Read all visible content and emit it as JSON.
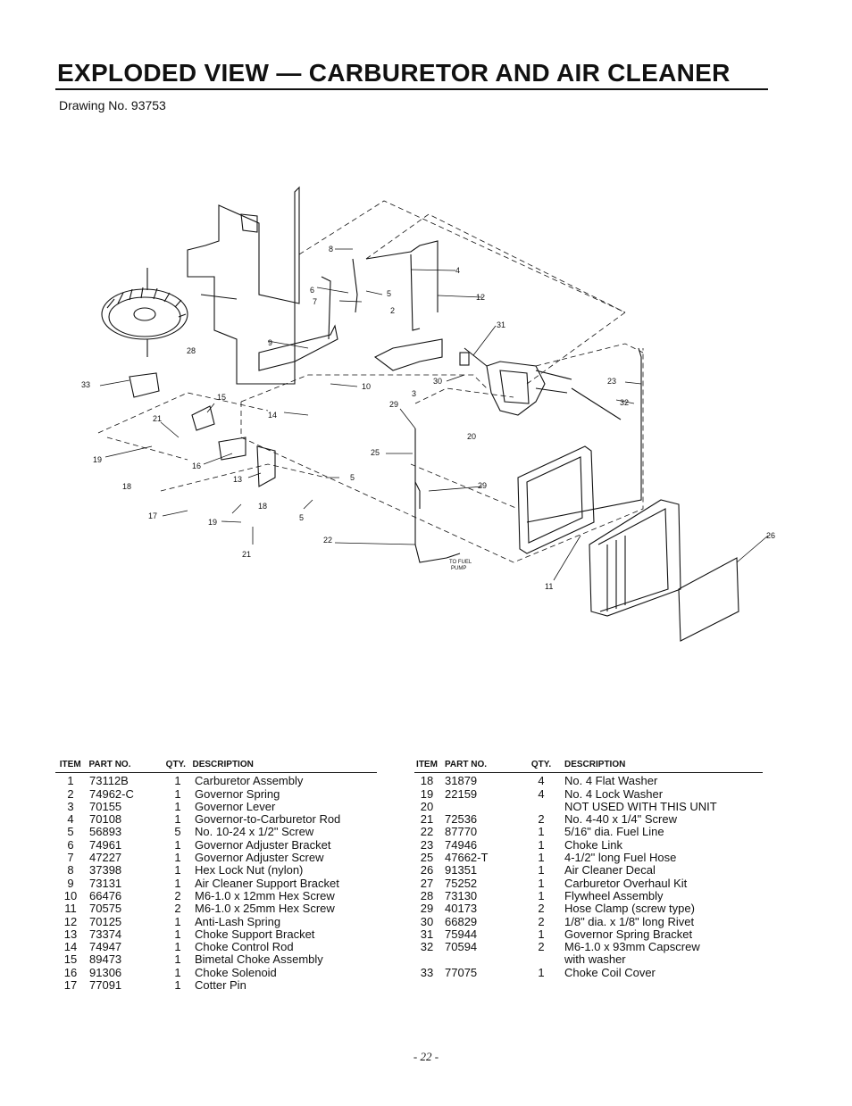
{
  "header": {
    "title": "EXPLODED VIEW — CARBURETOR AND AIR CLEANER",
    "drawing_no": "Drawing No. 93753"
  },
  "diagram": {
    "callouts": [
      "8",
      "4",
      "5",
      "6",
      "12",
      "7",
      "2",
      "31",
      "28",
      "9",
      "10",
      "33",
      "30",
      "23",
      "32",
      "15",
      "3",
      "29",
      "14",
      "21",
      "20",
      "19",
      "25",
      "16",
      "5",
      "13",
      "18",
      "29",
      "17",
      "18",
      "19",
      "5",
      "22",
      "21",
      "26",
      "11"
    ],
    "fuel_pump_label_line1": "TO FUEL",
    "fuel_pump_label_line2": "PUMP"
  },
  "table": {
    "headers": {
      "item": "ITEM",
      "part_no": "PART NO.",
      "qty": "QTY.",
      "description": "DESCRIPTION"
    },
    "left": [
      {
        "item": "1",
        "part": "73112B",
        "qty": "1",
        "desc": "Carburetor Assembly"
      },
      {
        "item": "2",
        "part": "74962-C",
        "qty": "1",
        "desc": "Governor Spring"
      },
      {
        "item": "3",
        "part": "70155",
        "qty": "1",
        "desc": "Governor Lever"
      },
      {
        "item": "4",
        "part": "70108",
        "qty": "1",
        "desc": "Governor-to-Carburetor Rod"
      },
      {
        "item": "5",
        "part": "56893",
        "qty": "5",
        "desc": "No. 10-24 x 1/2\" Screw"
      },
      {
        "item": "6",
        "part": "74961",
        "qty": "1",
        "desc": "Governor Adjuster Bracket"
      },
      {
        "item": "7",
        "part": "47227",
        "qty": "1",
        "desc": "Governor Adjuster Screw"
      },
      {
        "item": "8",
        "part": "37398",
        "qty": "1",
        "desc": "Hex Lock Nut (nylon)"
      },
      {
        "item": "9",
        "part": "73131",
        "qty": "1",
        "desc": "Air Cleaner Support Bracket"
      },
      {
        "item": "10",
        "part": "66476",
        "qty": "2",
        "desc": "M6-1.0 x 12mm Hex Screw"
      },
      {
        "item": "11",
        "part": "70575",
        "qty": "2",
        "desc": "M6-1.0 x 25mm Hex Screw"
      },
      {
        "item": "12",
        "part": "70125",
        "qty": "1",
        "desc": "Anti-Lash Spring"
      },
      {
        "item": "13",
        "part": "73374",
        "qty": "1",
        "desc": "Choke Support Bracket"
      },
      {
        "item": "14",
        "part": "74947",
        "qty": "1",
        "desc": "Choke Control Rod"
      },
      {
        "item": "15",
        "part": "89473",
        "qty": "1",
        "desc": "Bimetal Choke Assembly"
      },
      {
        "item": "16",
        "part": "91306",
        "qty": "1",
        "desc": "Choke Solenoid"
      },
      {
        "item": "17",
        "part": "77091",
        "qty": "1",
        "desc": "Cotter Pin"
      }
    ],
    "right": [
      {
        "item": "18",
        "part": "31879",
        "qty": "4",
        "desc": "No. 4 Flat Washer"
      },
      {
        "item": "19",
        "part": "22159",
        "qty": "4",
        "desc": "No. 4 Lock Washer"
      },
      {
        "item": "20",
        "part": "",
        "qty": "",
        "desc": "NOT USED WITH THIS UNIT"
      },
      {
        "item": "21",
        "part": "72536",
        "qty": "2",
        "desc": "No. 4-40 x 1/4\" Screw"
      },
      {
        "item": "22",
        "part": "87770",
        "qty": "1",
        "desc": "5/16\" dia. Fuel Line"
      },
      {
        "item": "23",
        "part": "74946",
        "qty": "1",
        "desc": "Choke Link"
      },
      {
        "item": "25",
        "part": "47662-T",
        "qty": "1",
        "desc": "4-1/2\" long Fuel Hose"
      },
      {
        "item": "26",
        "part": "91351",
        "qty": "1",
        "desc": "Air Cleaner Decal"
      },
      {
        "item": "27",
        "part": "75252",
        "qty": "1",
        "desc": "Carburetor Overhaul Kit"
      },
      {
        "item": "28",
        "part": "73130",
        "qty": "1",
        "desc": "Flywheel Assembly"
      },
      {
        "item": "29",
        "part": "40173",
        "qty": "2",
        "desc": "Hose Clamp (screw type)"
      },
      {
        "item": "30",
        "part": "66829",
        "qty": "2",
        "desc": "1/8\" dia. x 1/8\" long Rivet"
      },
      {
        "item": "31",
        "part": "75944",
        "qty": "1",
        "desc": "Governor Spring Bracket"
      },
      {
        "item": "32",
        "part": "70594",
        "qty": "2",
        "desc": "M6-1.0 x 93mm Capscrew"
      },
      {
        "item": "",
        "part": "",
        "qty": "",
        "desc": "with washer"
      },
      {
        "item": "33",
        "part": "77075",
        "qty": "1",
        "desc": "Choke Coil Cover"
      }
    ]
  },
  "footer": {
    "page_number": "- 22 -"
  }
}
